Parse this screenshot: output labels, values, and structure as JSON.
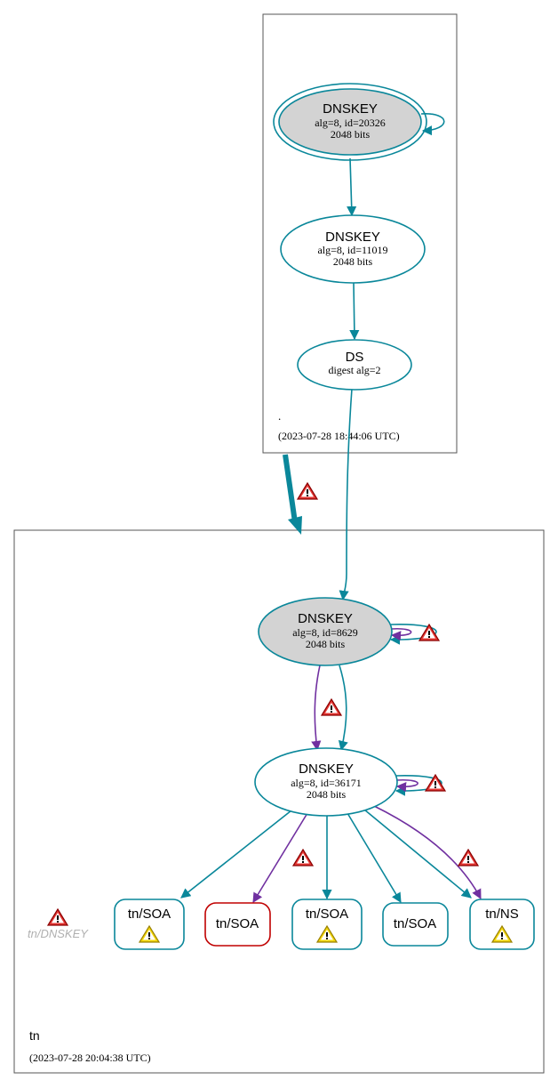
{
  "zones": {
    "root": {
      "name": ".",
      "timestamp": "(2023-07-28 18:44:06 UTC)"
    },
    "tn": {
      "name": "tn",
      "timestamp": "(2023-07-28 20:04:38 UTC)"
    }
  },
  "nodes": {
    "root_ksk": {
      "type": "DNSKEY",
      "detail": "alg=8, id=20326",
      "bits": "2048 bits"
    },
    "root_zsk": {
      "type": "DNSKEY",
      "detail": "alg=8, id=11019",
      "bits": "2048 bits"
    },
    "tn_ds": {
      "type": "DS",
      "detail": "digest alg=2"
    },
    "tn_ksk": {
      "type": "DNSKEY",
      "detail": "alg=8, id=8629",
      "bits": "2048 bits"
    },
    "tn_zsk": {
      "type": "DNSKEY",
      "detail": "alg=8, id=36171",
      "bits": "2048 bits"
    },
    "rr1": {
      "label": "tn/SOA"
    },
    "rr2": {
      "label": "tn/SOA"
    },
    "rr3": {
      "label": "tn/SOA"
    },
    "rr4": {
      "label": "tn/SOA"
    },
    "rr5": {
      "label": "tn/NS"
    },
    "missing_dnskey": {
      "label": "tn/DNSKEY"
    }
  },
  "colors": {
    "teal": "#0a879a",
    "purple": "#7030a0",
    "red": "#c00000",
    "secure_fill": "#d3d3d3",
    "zone_border": "#555555",
    "warn_red": "#e53935",
    "warn_yellow": "#f5d90a",
    "missing_text": "#b0b0b0"
  },
  "icons": [
    "error-triangle-icon",
    "warning-triangle-icon"
  ]
}
